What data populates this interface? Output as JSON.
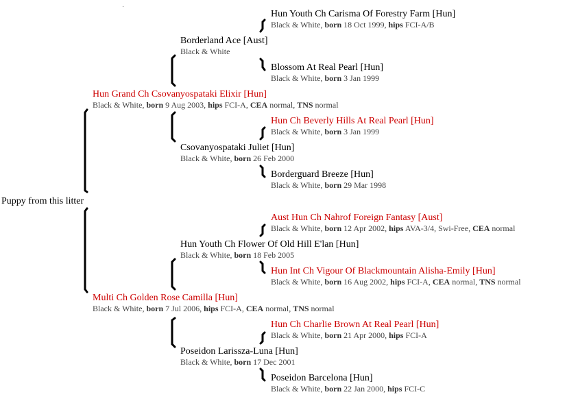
{
  "root_label": "Puppy from this litter",
  "sire": {
    "name": "Hun Grand Ch Csovanyospataki Elixir [Hun]",
    "champion": true,
    "color": "Black & White",
    "born": "9 Aug 2003",
    "extra": [
      {
        "k": "hips",
        "v": "FCI-A"
      },
      {
        "k": "CEA",
        "v": "normal"
      },
      {
        "k": "TNS",
        "v": "normal"
      }
    ],
    "sire": {
      "name": "Borderland Ace [Aust]",
      "champion": false,
      "color": "Black & White",
      "born": "",
      "extra": [],
      "sire": {
        "name": "Hun Youth Ch Carisma Of Forestry Farm [Hun]",
        "champion": false,
        "color": "Black & White",
        "born": "18 Oct 1999",
        "extra": [
          {
            "k": "hips",
            "v": "FCI-A/B"
          }
        ]
      },
      "dam": {
        "name": "Blossom At Real Pearl [Hun]",
        "champion": false,
        "color": "Black & White",
        "born": "3 Jan 1999",
        "extra": []
      }
    },
    "dam": {
      "name": "Csovanyospataki Juliet [Hun]",
      "champion": false,
      "color": "Black & White",
      "born": "26 Feb 2000",
      "extra": [],
      "sire": {
        "name": "Hun Ch Beverly Hills At Real Pearl [Hun]",
        "champion": true,
        "color": "Black & White",
        "born": "3 Jan 1999",
        "extra": []
      },
      "dam": {
        "name": "Borderguard Breeze [Hun]",
        "champion": false,
        "color": "Black & White",
        "born": "29 Mar 1998",
        "extra": []
      }
    }
  },
  "dam": {
    "name": "Multi Ch Golden Rose Camilla [Hun]",
    "champion": true,
    "color": "Black & White",
    "born": "7 Jul 2006",
    "extra": [
      {
        "k": "hips",
        "v": "FCI-A"
      },
      {
        "k": "CEA",
        "v": "normal"
      },
      {
        "k": "TNS",
        "v": "normal"
      }
    ],
    "sire": {
      "name": "Hun Youth Ch Flower Of Old Hill E'lan [Hun]",
      "champion": false,
      "color": "Black & White",
      "born": "18 Feb 2005",
      "extra": [],
      "sire": {
        "name": "Aust Hun Ch Nahrof Foreign Fantasy [Aust]",
        "champion": true,
        "color": "Black & White",
        "born": "12 Apr 2002",
        "extra": [
          {
            "k": "hips",
            "v": "AVA-3/4"
          },
          {
            "k": "",
            "v": "Swi-Free"
          },
          {
            "k": "CEA",
            "v": "normal"
          }
        ]
      },
      "dam": {
        "name": "Hun Int Ch Vigour Of Blackmountain Alisha-Emily [Hun]",
        "champion": true,
        "color": "Black & White",
        "born": "16 Aug 2002",
        "extra": [
          {
            "k": "hips",
            "v": "FCI-A"
          },
          {
            "k": "CEA",
            "v": "normal"
          },
          {
            "k": "TNS",
            "v": "normal"
          }
        ]
      }
    },
    "dam": {
      "name": "Poseidon Larissza-Luna [Hun]",
      "champion": false,
      "color": "Black & White",
      "born": "17 Dec 2001",
      "extra": [],
      "sire": {
        "name": "Hun Ch Charlie Brown At Real Pearl [Hun]",
        "champion": true,
        "color": "Black & White",
        "born": "21 Apr 2000",
        "extra": [
          {
            "k": "hips",
            "v": "FCI-A"
          }
        ]
      },
      "dam": {
        "name": "Poseidon Barcelona [Hun]",
        "champion": false,
        "color": "Black & White",
        "born": "22 Jan 2000",
        "extra": [
          {
            "k": "hips",
            "v": "FCI-C"
          }
        ]
      }
    }
  }
}
